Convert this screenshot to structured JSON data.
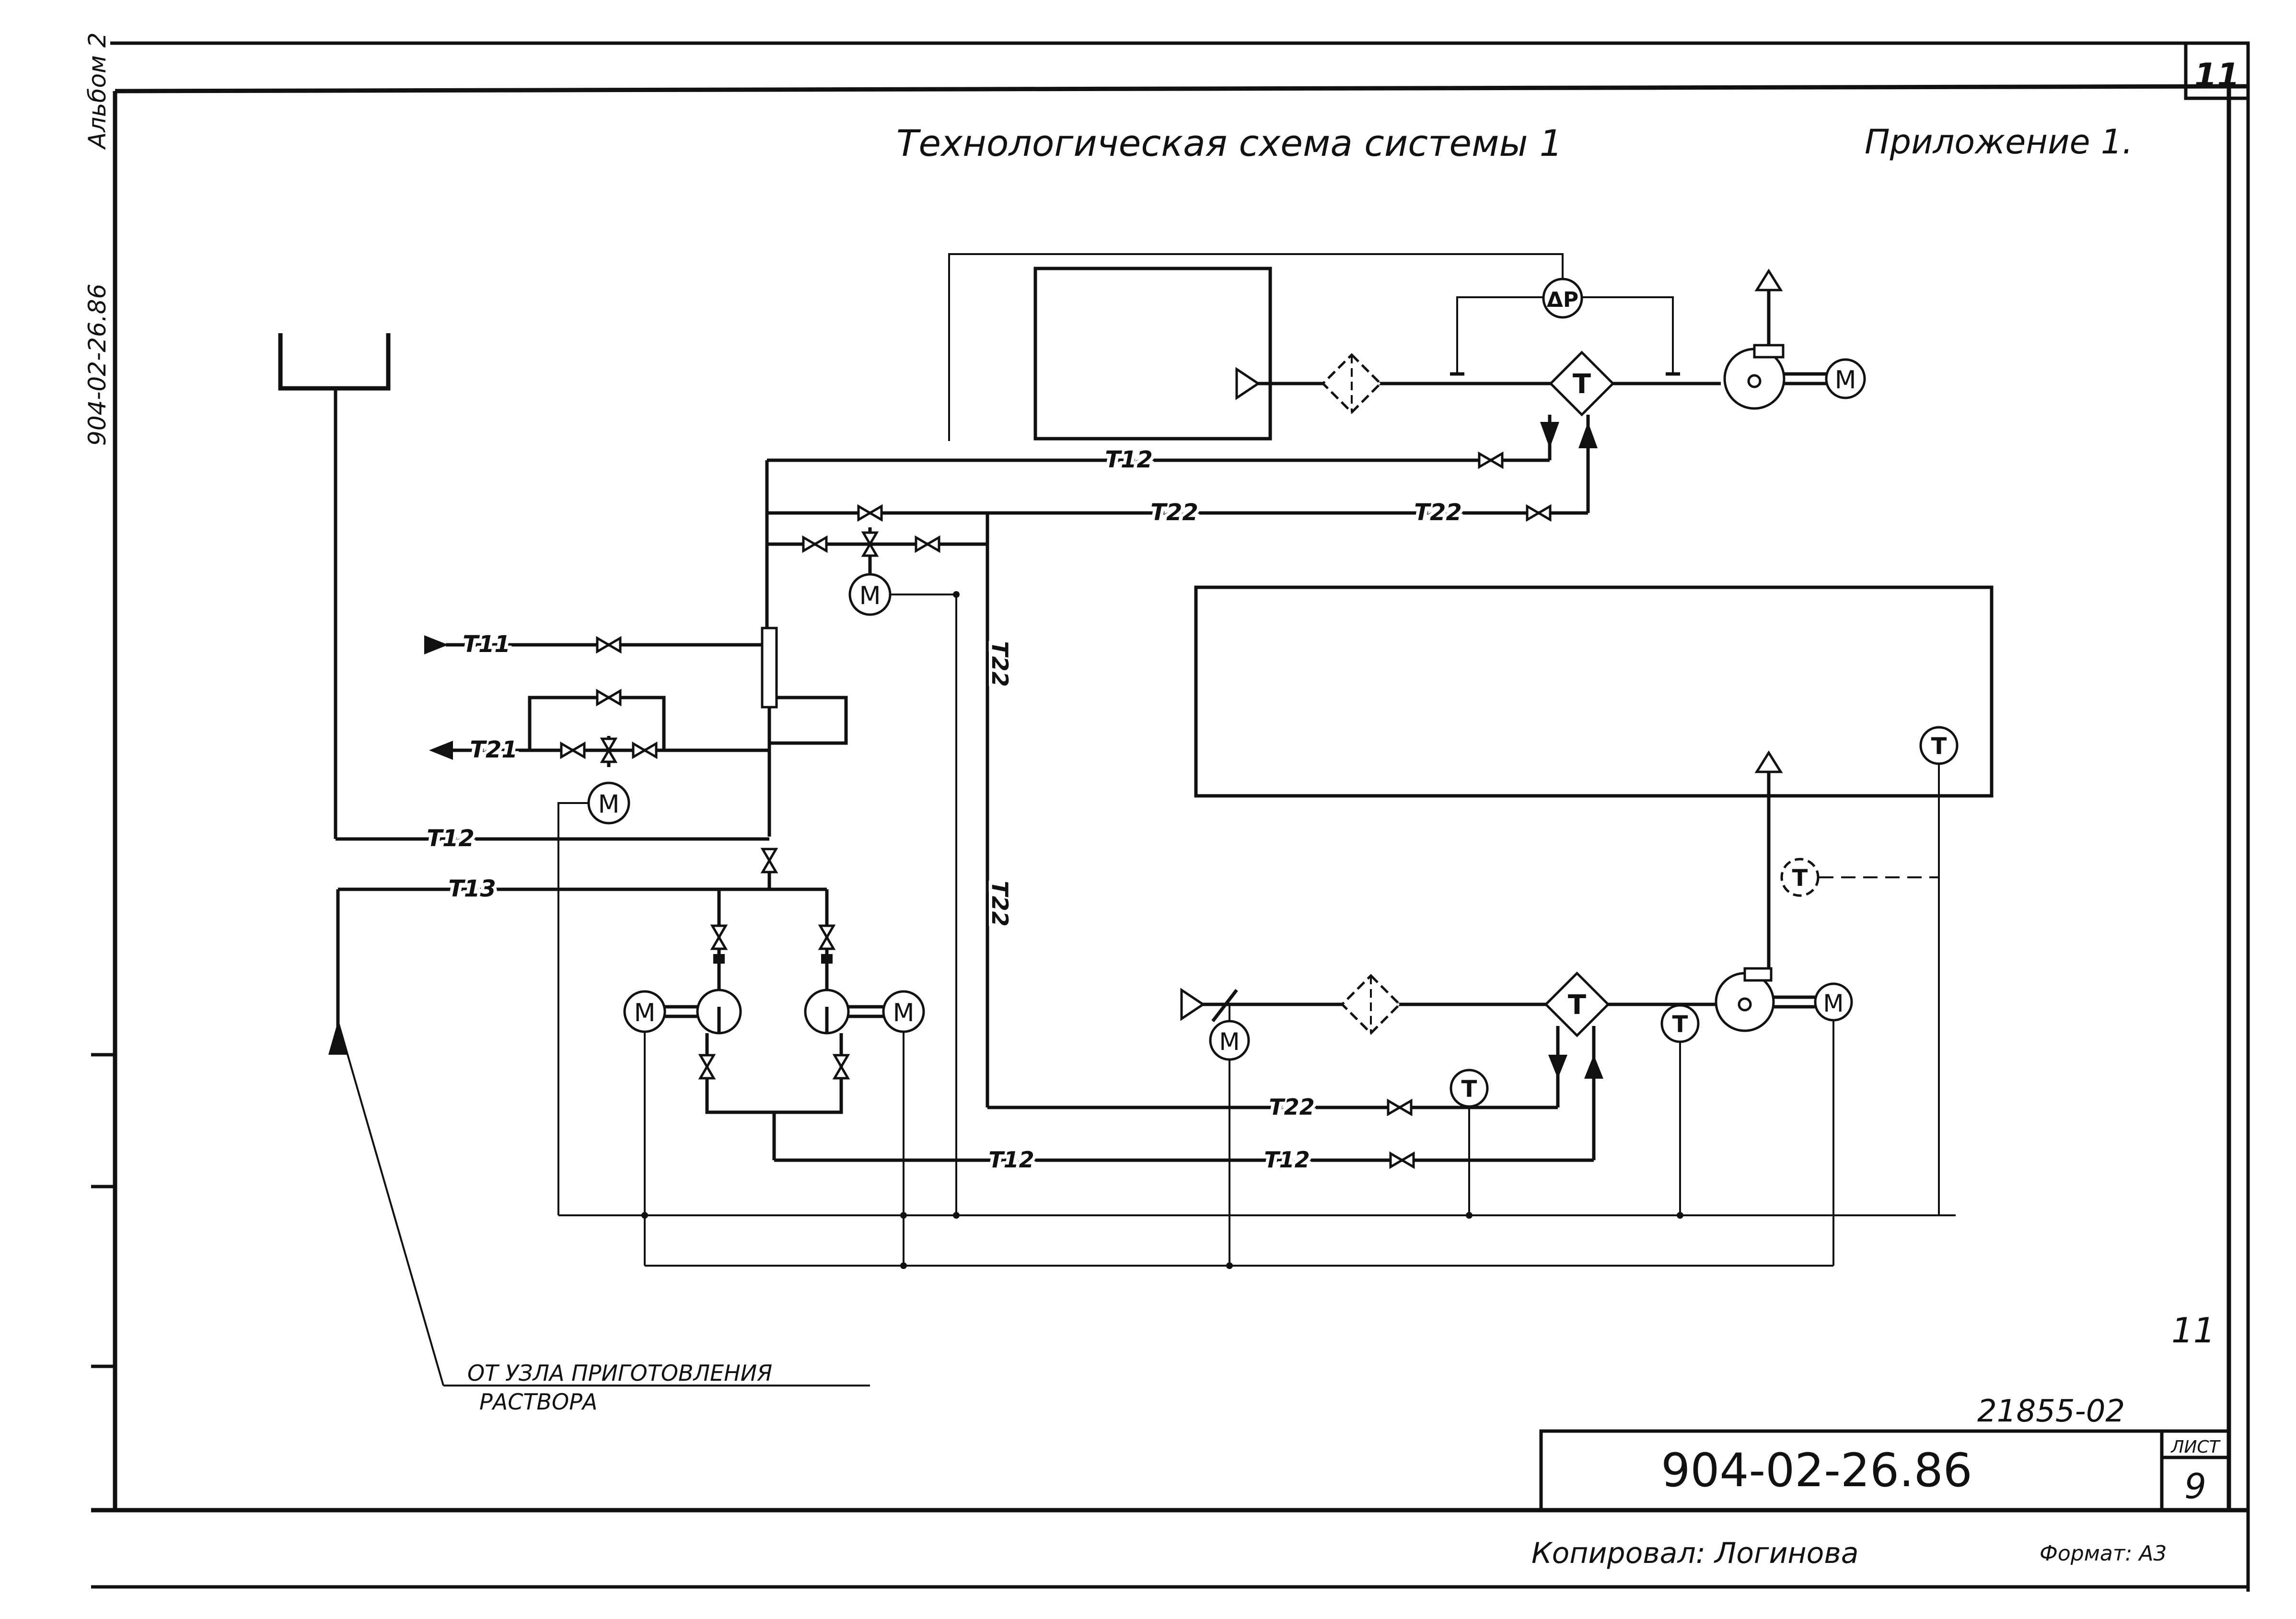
{
  "title": "Технологическая схема системы 1",
  "appendix": "Приложение 1.",
  "corner_sheet_number": "11",
  "margin_stamp": {
    "album": "Альбом 2",
    "code": "904-02-26.86"
  },
  "pipe_labels": {
    "t11": "T11",
    "t21": "T21",
    "t12_left": "T12",
    "t13": "T13",
    "t12_top": "T12",
    "t22_top_a": "T22",
    "t22_top_b": "T22",
    "t22_vert_a": "T22",
    "t22_vert_b": "T22",
    "t22_bottom": "T22",
    "t12_bottom_a": "T12",
    "t12_bottom_b": "T12"
  },
  "symbols": {
    "motor": "M",
    "thermo": "T",
    "dp": "ΔP"
  },
  "note": {
    "line1": "ОТ УЗЛА ПРИГОТОВЛЕНИЯ",
    "line2": "РАСТВОРА"
  },
  "title_block": {
    "handwritten_number": "11",
    "order_code": "21855-02",
    "document_code": "904-02-26.86",
    "sheet_label": "ЛИСТ",
    "sheet_value": "9"
  },
  "footer": {
    "copied": "Копировал: Логинова",
    "format": "Формат: А3"
  }
}
